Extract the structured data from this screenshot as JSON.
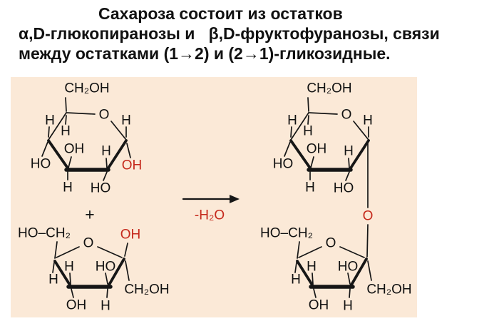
{
  "title": {
    "line1": "Сахароза состоит из остатков",
    "line2": "α,D-глюкопиранозы и   β,D-фруктофуранозы, связи",
    "line3": "между остатками (1→2) и (2→1)-гликозидные."
  },
  "colors": {
    "page_background": "#ffffff",
    "panel_background": "#fbe9d7",
    "text_black": "#111111",
    "bond_black": "#161616",
    "highlight_red": "#c5291c"
  },
  "atoms": {
    "ch2oh": "CH₂OH",
    "ho_ch2": "HO–CH₂",
    "o": "O",
    "h": "H",
    "oh": "OH",
    "ho": "HO"
  },
  "reaction": {
    "plus": "+",
    "arrow_label": "-H₂O"
  }
}
